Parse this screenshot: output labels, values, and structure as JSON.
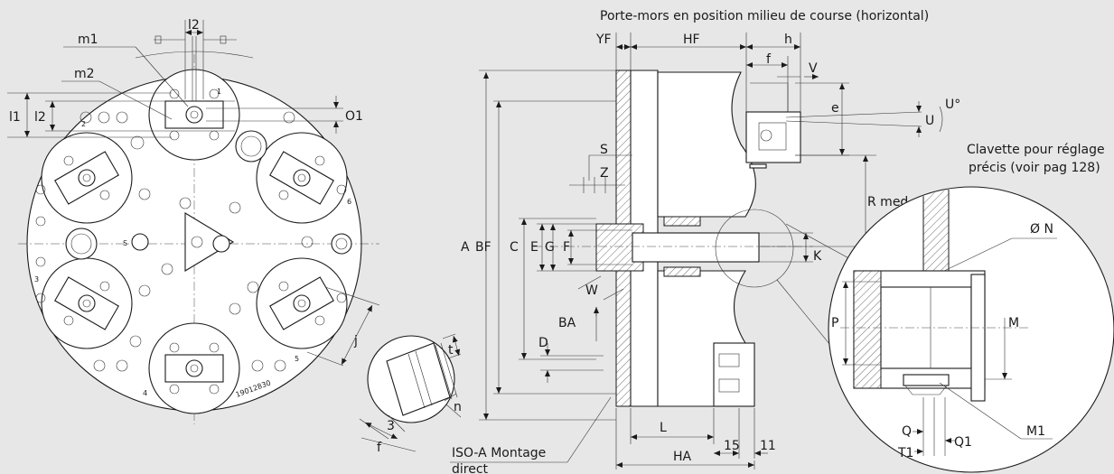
{
  "diagram": {
    "title": "Porte-mors en position milieu de course (horizontal)",
    "note_clavette_line1": "Clavette pour réglage",
    "note_clavette_line2": "précis (voir pag 128)",
    "iso_line1": "ISO-A Montage",
    "iso_line2": "direct",
    "serial": "19012830",
    "plate_numbers": [
      "1",
      "2",
      "3",
      "4",
      "5",
      "6",
      "S"
    ],
    "labels": {
      "l2_top": "l2",
      "m1": "m1",
      "m2": "m2",
      "l1": "l1",
      "l2_side": "l2",
      "O1": "O1",
      "j": "j",
      "t": "t",
      "n": "n",
      "three": "3",
      "f_detail": "f",
      "YF": "YF",
      "HF": "HF",
      "h": "h",
      "f": "f",
      "V": "V",
      "e": "e",
      "U": "U",
      "U_deg": "U°",
      "S": "S",
      "Z": "Z",
      "R_med": "R med",
      "A": "A",
      "BF": "BF",
      "C": "C",
      "E": "E",
      "G": "G",
      "F": "F",
      "K": "K",
      "W": "W",
      "BA": "BA",
      "D": "D",
      "L": "L",
      "HA": "HA",
      "fifteen": "15",
      "eleven": "11",
      "ON": "Ø N",
      "P": "P",
      "M": "M",
      "M1": "M1",
      "Q": "Q",
      "Q1": "Q1",
      "T1": "T1"
    }
  }
}
